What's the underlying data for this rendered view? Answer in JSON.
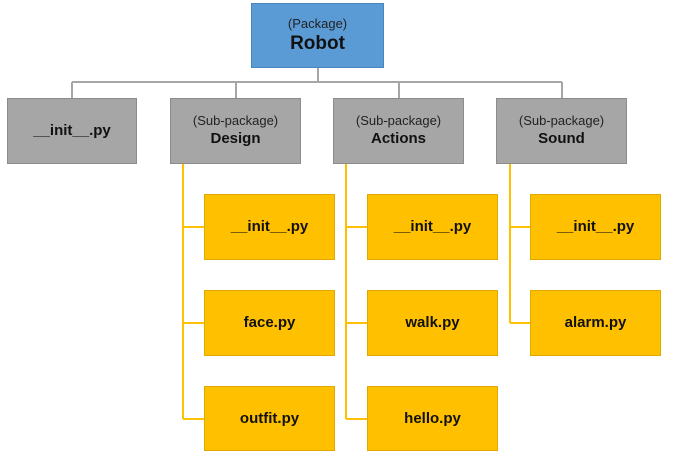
{
  "root": {
    "tag": "(Package)",
    "name": "Robot",
    "color": "#5b9bd5"
  },
  "init_top": {
    "name": "__init__.py"
  },
  "subpackages": [
    {
      "tag": "(Sub-package)",
      "name": "Design",
      "modules": [
        "__init__.py",
        "face.py",
        "outfit.py"
      ]
    },
    {
      "tag": "(Sub-package)",
      "name": "Actions",
      "modules": [
        "__init__.py",
        "walk.py",
        "hello.py"
      ]
    },
    {
      "tag": "(Sub-package)",
      "name": "Sound",
      "modules": [
        "__init__.py",
        "alarm.py"
      ]
    }
  ],
  "colors": {
    "subpackage": "#a6a6a6",
    "module": "#ffc000",
    "root_connector": "#a6a6a6",
    "module_connector": "#ffc000"
  }
}
